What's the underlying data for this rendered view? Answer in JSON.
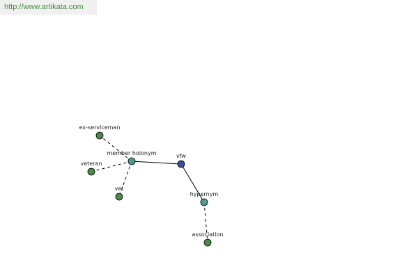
{
  "header": {
    "url": "http://www.artikata.com"
  },
  "colors": {
    "word_node": "#4a8a4a",
    "relation_node": "#4f9a8f",
    "root_node": "#3b4f9a",
    "link_text": "#3f8f3f",
    "url_bar_bg": "#f0f0f0"
  },
  "graph": {
    "nodes": [
      {
        "id": "vfw",
        "label": "vfw",
        "kind": "root"
      },
      {
        "id": "member-holonym",
        "label": "member holonym",
        "kind": "relation"
      },
      {
        "id": "hypernym",
        "label": "hypernym",
        "kind": "relation"
      },
      {
        "id": "ex-serviceman",
        "label": "ex-serviceman",
        "kind": "word"
      },
      {
        "id": "veteran",
        "label": "veteran",
        "kind": "word"
      },
      {
        "id": "vet",
        "label": "vet",
        "kind": "word"
      },
      {
        "id": "association",
        "label": "association",
        "kind": "word"
      }
    ],
    "edges": [
      {
        "from": "member-holonym",
        "to": "vfw",
        "style": "solid"
      },
      {
        "from": "vfw",
        "to": "hypernym",
        "style": "solid"
      },
      {
        "from": "member-holonym",
        "to": "ex-serviceman",
        "style": "dashed"
      },
      {
        "from": "member-holonym",
        "to": "veteran",
        "style": "dashed"
      },
      {
        "from": "member-holonym",
        "to": "vet",
        "style": "dashed"
      },
      {
        "from": "hypernym",
        "to": "association",
        "style": "dashed"
      }
    ]
  }
}
